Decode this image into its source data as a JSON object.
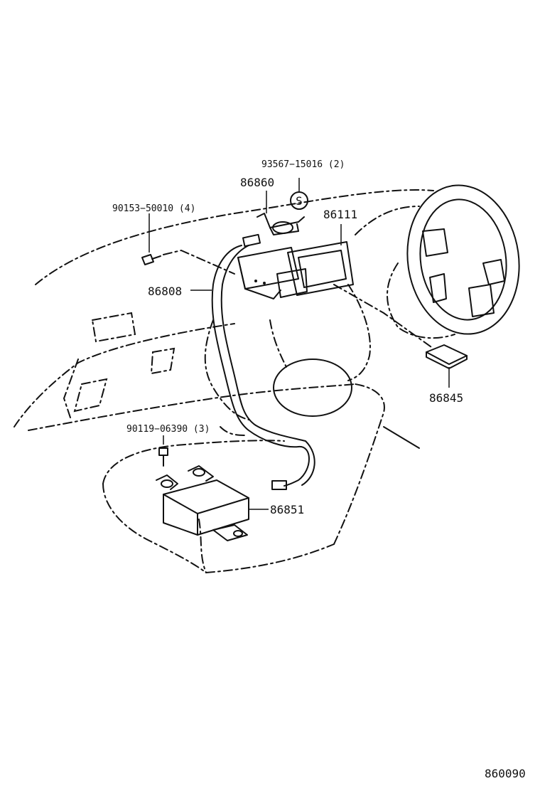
{
  "part_labels": {
    "p93567": "93567−15016 (2)",
    "p86860": "86860",
    "p90153": "90153−50010 (4)",
    "p86111": "86111",
    "p86808": "86808",
    "p86845": "86845",
    "p90119": "90119−06390 (3)",
    "p86851": "86851"
  },
  "symbols": {
    "s_mark": "S"
  },
  "diagram_id": "860090"
}
